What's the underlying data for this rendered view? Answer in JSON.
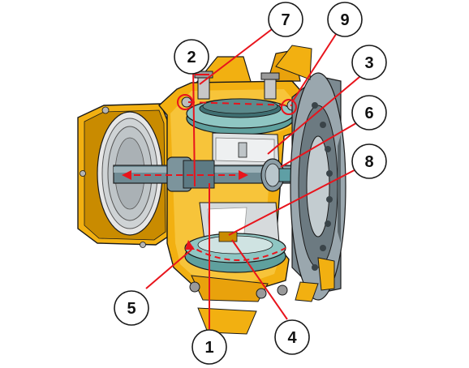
{
  "diagram": {
    "callouts": [
      {
        "id": "1",
        "label": "1"
      },
      {
        "id": "2",
        "label": "2"
      },
      {
        "id": "3",
        "label": "3"
      },
      {
        "id": "4",
        "label": "4"
      },
      {
        "id": "5",
        "label": "5"
      },
      {
        "id": "6",
        "label": "6"
      },
      {
        "id": "7",
        "label": "7"
      },
      {
        "id": "8",
        "label": "8"
      },
      {
        "id": "9",
        "label": "9"
      }
    ],
    "colors": {
      "casing": "#f2b011",
      "casing_dark": "#b97f00",
      "disk_teal": "#7fb8b6",
      "shaft_steel": "#6f8a93",
      "flange_steel": "#9aa7ae",
      "cutaway_gray": "#cfd3d5",
      "leader_red": "#e8141c",
      "outline": "#1a1a1a"
    }
  }
}
